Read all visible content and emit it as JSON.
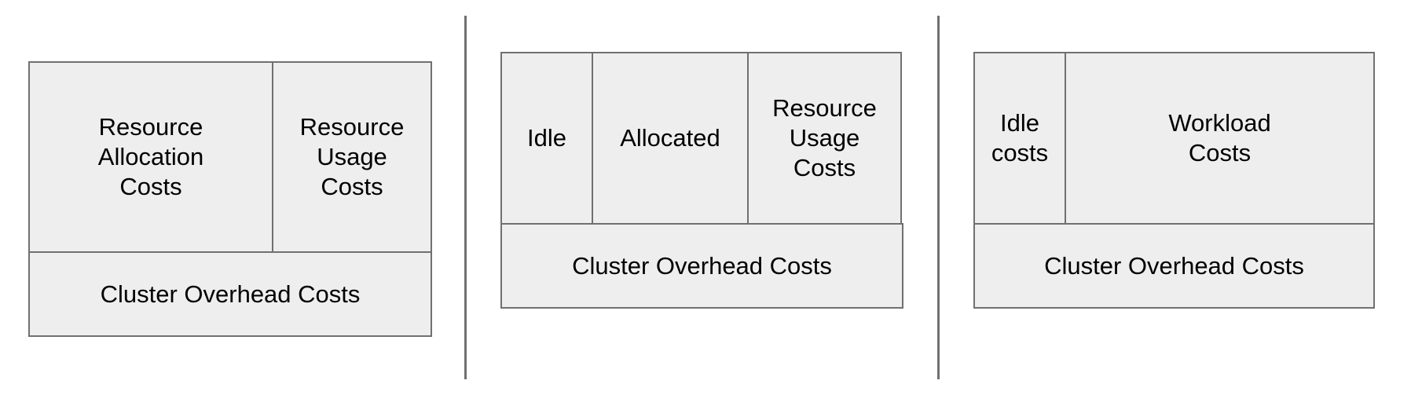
{
  "diagram": {
    "background_color": "#ffffff",
    "box_fill_color": "#eeeeee",
    "box_border_color": "#70706f",
    "separator_color": "#70706f",
    "text_color": "#000000",
    "panels": [
      {
        "id": "panel-1",
        "top_row": [
          {
            "id": "resource-allocation-costs",
            "label": "Resource\nAllocation\nCosts"
          },
          {
            "id": "resource-usage-costs",
            "label": "Resource\nUsage\nCosts"
          }
        ],
        "bottom_row": [
          {
            "id": "cluster-overhead-costs",
            "label": "Cluster Overhead Costs"
          }
        ]
      },
      {
        "id": "panel-2",
        "top_row": [
          {
            "id": "idle",
            "label": "Idle"
          },
          {
            "id": "allocated",
            "label": "Allocated"
          },
          {
            "id": "resource-usage-costs",
            "label": "Resource\nUsage\nCosts"
          }
        ],
        "bottom_row": [
          {
            "id": "cluster-overhead-costs",
            "label": "Cluster Overhead Costs"
          }
        ]
      },
      {
        "id": "panel-3",
        "top_row": [
          {
            "id": "idle-costs",
            "label": "Idle\ncosts"
          },
          {
            "id": "workload-costs",
            "label": "Workload\nCosts"
          }
        ],
        "bottom_row": [
          {
            "id": "cluster-overhead-costs",
            "label": "Cluster Overhead Costs"
          }
        ]
      }
    ]
  }
}
